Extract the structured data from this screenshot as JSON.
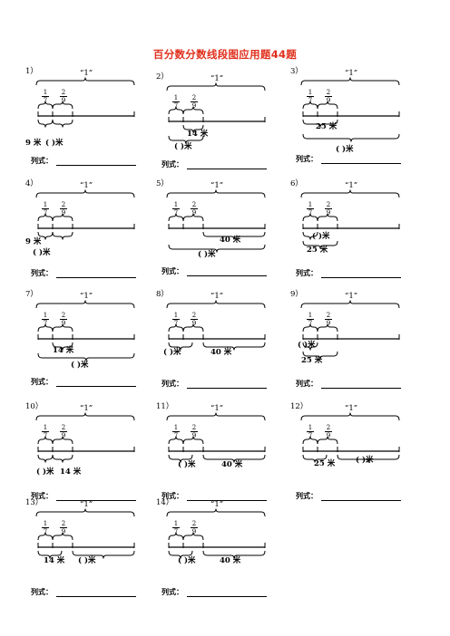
{
  "title": "百分数分数线段图应用题44题",
  "whole_label": "“1”",
  "formula_label": "列式：",
  "problems": [
    {
      "no": "1）",
      "frac1": {
        "n": "1",
        "d": "7"
      },
      "frac2": {
        "n": "2",
        "d": "9"
      },
      "labels": [
        "9 米",
        "(    )米"
      ]
    },
    {
      "no": "2）",
      "frac1": {
        "n": "1",
        "d": "7"
      },
      "frac2": {
        "n": "2",
        "d": "9"
      },
      "labels": [
        "14 米",
        "(    )米"
      ]
    },
    {
      "no": "3）",
      "frac1": {
        "n": "1",
        "d": "7"
      },
      "frac2": {
        "n": "2",
        "d": "9"
      },
      "labels": [
        "25 米",
        "(    )米"
      ]
    },
    {
      "no": "4）",
      "frac1": {
        "n": "1",
        "d": "7"
      },
      "frac2": {
        "n": "2",
        "d": "9"
      },
      "labels": [
        "9 米",
        "(    )米"
      ]
    },
    {
      "no": "5）",
      "frac1": {
        "n": "1",
        "d": "7"
      },
      "frac2": {
        "n": "2",
        "d": "9"
      },
      "labels": [
        "40 米",
        "(    )米"
      ]
    },
    {
      "no": "6）",
      "frac1": {
        "n": "1",
        "d": "7"
      },
      "frac2": {
        "n": "2",
        "d": "9"
      },
      "labels": [
        "(    )米",
        "25 米"
      ]
    },
    {
      "no": "7）",
      "frac1": {
        "n": "1",
        "d": "7"
      },
      "frac2": {
        "n": "2",
        "d": "9"
      },
      "labels": [
        "14 米",
        "(    )米"
      ]
    },
    {
      "no": "8）",
      "frac1": {
        "n": "1",
        "d": "7"
      },
      "frac2": {
        "n": "2",
        "d": "9"
      },
      "labels": [
        "(    )米",
        "40 米"
      ]
    },
    {
      "no": "9）",
      "frac1": {
        "n": "1",
        "d": "7"
      },
      "frac2": {
        "n": "2",
        "d": "9"
      },
      "labels": [
        "(    )米",
        "25 米"
      ]
    },
    {
      "no": "10）",
      "frac1": {
        "n": "1",
        "d": "7"
      },
      "frac2": {
        "n": "2",
        "d": "9"
      },
      "labels": [
        "(    )米",
        "14 米"
      ]
    },
    {
      "no": "11）",
      "frac1": {
        "n": "1",
        "d": "7"
      },
      "frac2": {
        "n": "2",
        "d": "9"
      },
      "labels": [
        "(    )米",
        "40 米"
      ]
    },
    {
      "no": "12）",
      "frac1": {
        "n": "1",
        "d": "7"
      },
      "frac2": {
        "n": "2",
        "d": "9"
      },
      "labels": [
        "25 米",
        "(    )米"
      ]
    },
    {
      "no": "13）",
      "frac1": {
        "n": "1",
        "d": "7"
      },
      "frac2": {
        "n": "2",
        "d": "9"
      },
      "labels": [
        "14 米",
        "(    )米"
      ]
    },
    {
      "no": "14）",
      "frac1": {
        "n": "1",
        "d": "7"
      },
      "frac2": {
        "n": "2",
        "d": "9"
      },
      "labels": [
        "(    )米",
        "40 米"
      ]
    }
  ]
}
